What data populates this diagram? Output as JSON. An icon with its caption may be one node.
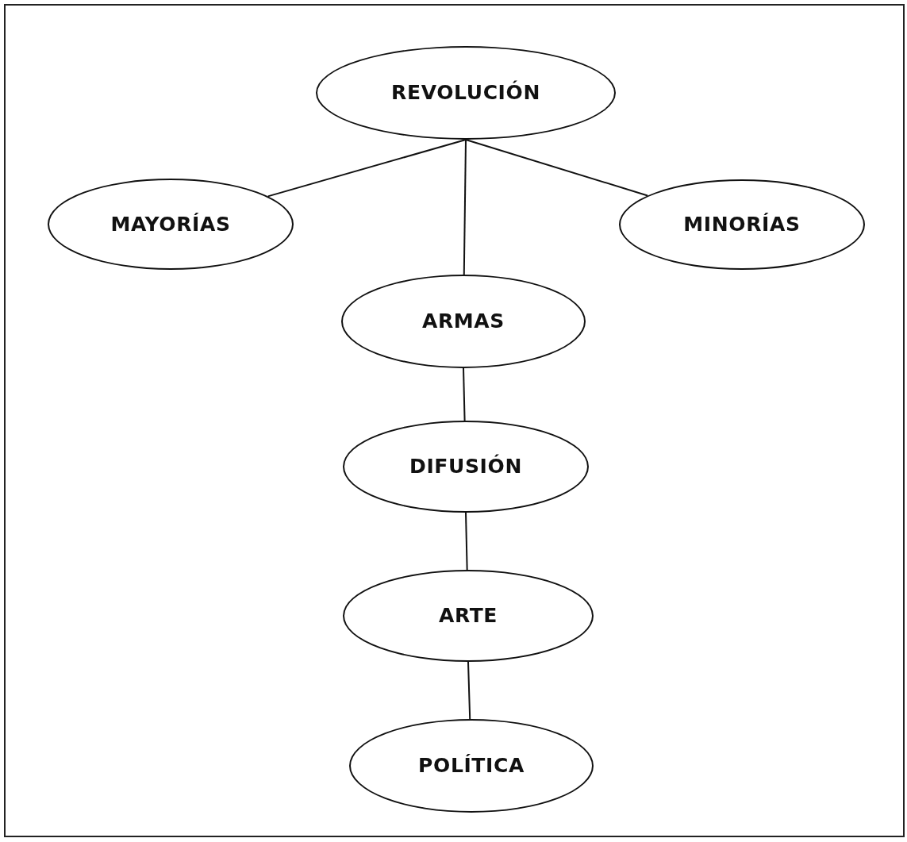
{
  "diagram": {
    "nodes": [
      {
        "text": [
          "REVOLUCIÓN"
        ]
      },
      {
        "text": [
          "MAYORÍAS"
        ]
      },
      {
        "text": [
          "MINORÍAS"
        ]
      },
      {
        "text": [
          "ARMAS"
        ]
      },
      {
        "text": [
          "DIFUSIÓN"
        ]
      },
      {
        "text": [
          "ARTE"
        ]
      },
      {
        "text": [
          "POLÍTICA"
        ]
      }
    ],
    "edges": [
      {
        "from": 0,
        "to": 1,
        "arrow": "none"
      },
      {
        "from": 0,
        "to": 2,
        "arrow": "none"
      },
      {
        "from": 0,
        "to": 3,
        "arrow": "none"
      },
      {
        "from": 3,
        "to": 4,
        "arrow": "none"
      },
      {
        "from": 4,
        "to": 5,
        "arrow": "none"
      },
      {
        "from": 5,
        "to": 6,
        "arrow": "none"
      }
    ]
  }
}
